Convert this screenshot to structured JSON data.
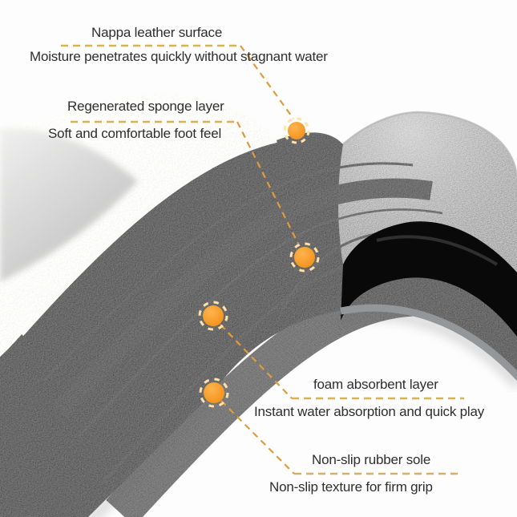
{
  "annotations": [
    {
      "title": "Nappa leather surface",
      "subtitle": "Moisture penetrates quickly without stagnant water"
    },
    {
      "title": "Regenerated sponge layer",
      "subtitle": "Soft and comfortable foot feel"
    },
    {
      "title": "foam absorbent layer",
      "subtitle": "Instant water absorption and quick play"
    },
    {
      "title": "Non-slip rubber sole",
      "subtitle": "Non-slip texture for firm grip"
    }
  ],
  "markers": {
    "count": 4,
    "style": "orange dot with dashed ring"
  },
  "colors": {
    "marker_orange": "#F7941E",
    "underline_dash": "#D8B25A",
    "connector_dash": "#E09B3D",
    "label_text": "#2E2E2E"
  }
}
